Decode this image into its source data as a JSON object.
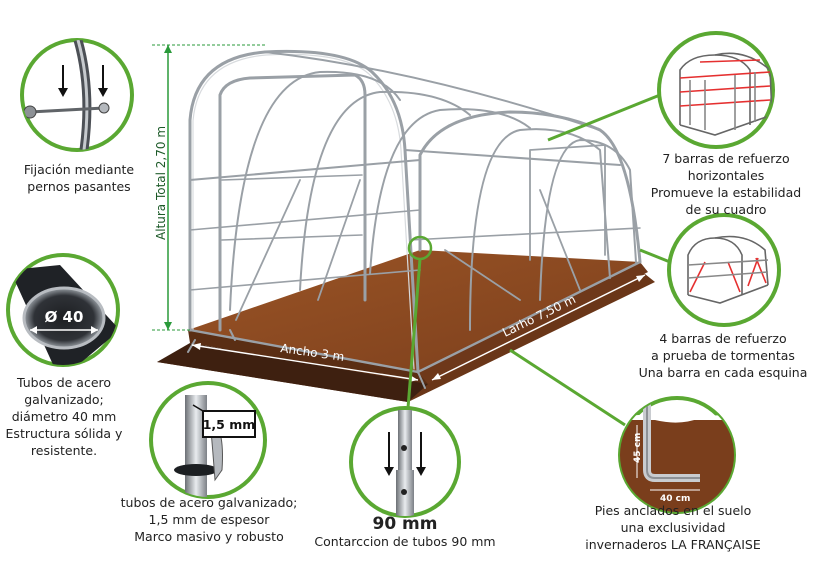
{
  "dimensions": {
    "height": "Altura Total 2,70 m",
    "width": "Ancho 3 m",
    "length": "Larho 7,50 m"
  },
  "callouts": {
    "bolts": {
      "lines": [
        "Fijación mediante",
        "pernos pasantes"
      ]
    },
    "tube": {
      "badge": "Ø 40",
      "lines": [
        "Tubos de acero",
        "galvanizado;",
        "diámetro 40 mm",
        "Estructura sólida y",
        "resistente."
      ]
    },
    "thickness": {
      "badge": "1,5 mm",
      "lines": [
        "tubos de acero galvanizado;",
        "1,5 mm de espesor",
        "Marco masivo y robusto"
      ]
    },
    "contraction": {
      "heading": "90 mm",
      "lines": [
        "Contarccion de tubos 90 mm"
      ]
    },
    "horizontal": {
      "lines": [
        "7 barras de refuerzo",
        "horizontales",
        "Promueve la estabilidad",
        "de su cuadro"
      ]
    },
    "storm": {
      "lines": [
        "4 barras de refuerzo",
        "a prueba de tormentas",
        "Una barra en cada esquina"
      ]
    },
    "feet": {
      "depth": "45 cm",
      "foot": "40 cm",
      "lines": [
        "Pies anclados en el suelo",
        "una exclusividad",
        "invernaderos LA FRANÇAISE"
      ]
    }
  },
  "colors": {
    "accent": "#5aa832",
    "dimension": "#2a9a3a",
    "soil": "#8b4a22",
    "frame": "#9aa0a6"
  }
}
